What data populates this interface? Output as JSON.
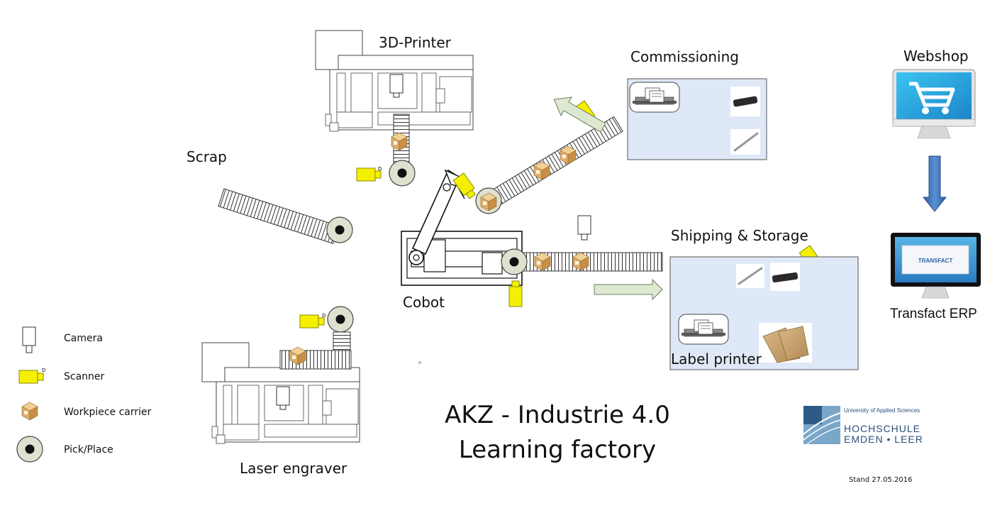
{
  "labels": {
    "printer_3d": "3D-Printer",
    "commissioning": "Commissioning",
    "webshop": "Webshop",
    "scrap": "Scrap",
    "shipping_storage": "Shipping & Storage",
    "cobot": "Cobot",
    "transfact_erp": "Transfact ERP",
    "label_printer": "Label printer",
    "laser_engraver": "Laser engraver"
  },
  "legend": {
    "camera": "Camera",
    "scanner": "Scanner",
    "workpiece_carrier": "Workpiece carrier",
    "pick_place": "Pick/Place"
  },
  "title": {
    "line1": "AKZ - Industrie 4.0",
    "line2": "Learning factory"
  },
  "logo": {
    "university": "University of Applied Sciences",
    "line1": "HOCHSCHULE",
    "line2": "EMDEN • LEER"
  },
  "erp_screen_text": "TRANSFACT",
  "scanner_mark": "D",
  "stand": "Stand 27.05.2016",
  "colors": {
    "scanner_yellow": "#f5f000",
    "carrier_tan": "#e3b26a",
    "pick_place_fill": "#dfe0cf",
    "station_panel": "#dfe8f6",
    "arrow_blue": "#3a6fb8",
    "arrow_green": "#dde8d0"
  },
  "icons": [
    "camera-icon",
    "scanner-icon",
    "workpiece-carrier-icon",
    "pick-place-icon",
    "cart-icon",
    "monitor-icon",
    "label-printer-icon",
    "pen-icon",
    "envelope-icon"
  ]
}
